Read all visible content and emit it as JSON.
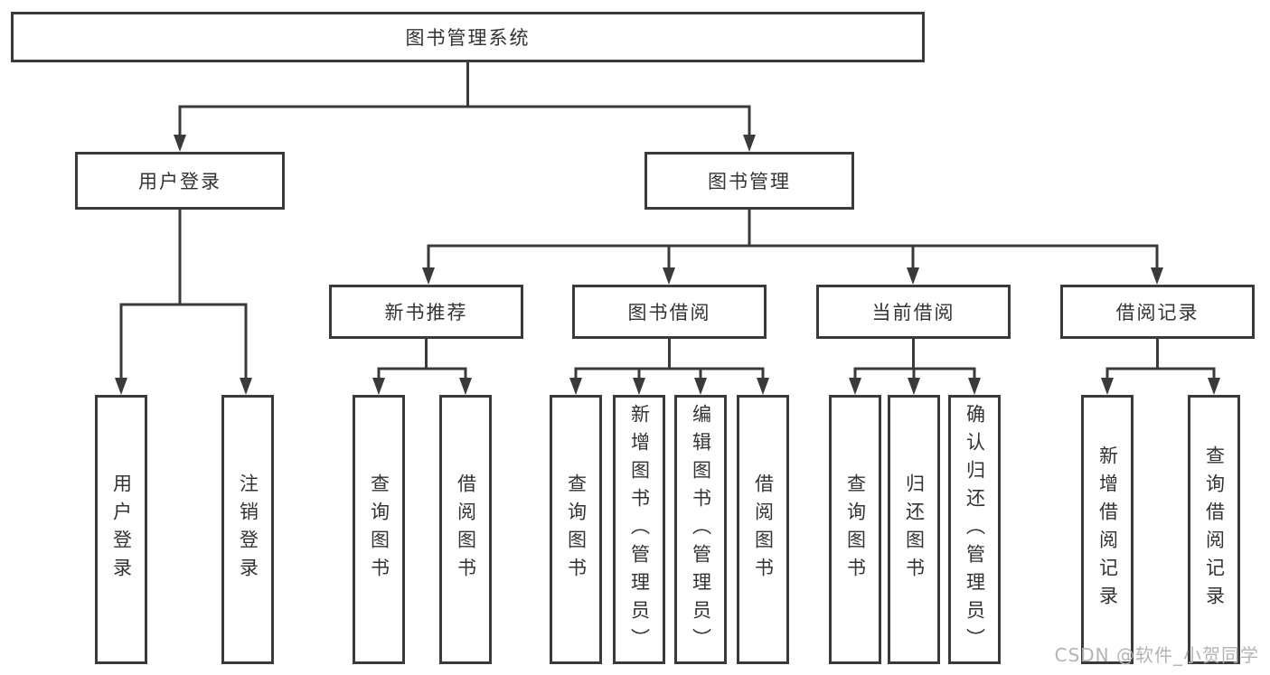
{
  "nodes": {
    "root": "图书管理系统",
    "level2": [
      "用户登录",
      "图书管理"
    ],
    "level3": [
      "新书推荐",
      "图书借阅",
      "当前借阅",
      "借阅记录"
    ],
    "leaves": {
      "user_login": [
        "用户登录",
        "注销登录"
      ],
      "new_book": [
        "查询图书",
        "借阅图书"
      ],
      "book_borrow": [
        "查询图书",
        "新增图书（管理员）",
        "编辑图书（管理员）",
        "借阅图书"
      ],
      "current_borrow": [
        "查询图书",
        "归还图书",
        "确认归还（管理员）"
      ],
      "borrow_records": [
        "新增借阅记录",
        "查询借阅记录"
      ]
    }
  },
  "watermark": "CSDN @软件_小贺同学",
  "colors": {
    "line": "#3a3a3a",
    "text": "#333333",
    "background": "#ffffff",
    "watermark": "#b4b4b4"
  }
}
